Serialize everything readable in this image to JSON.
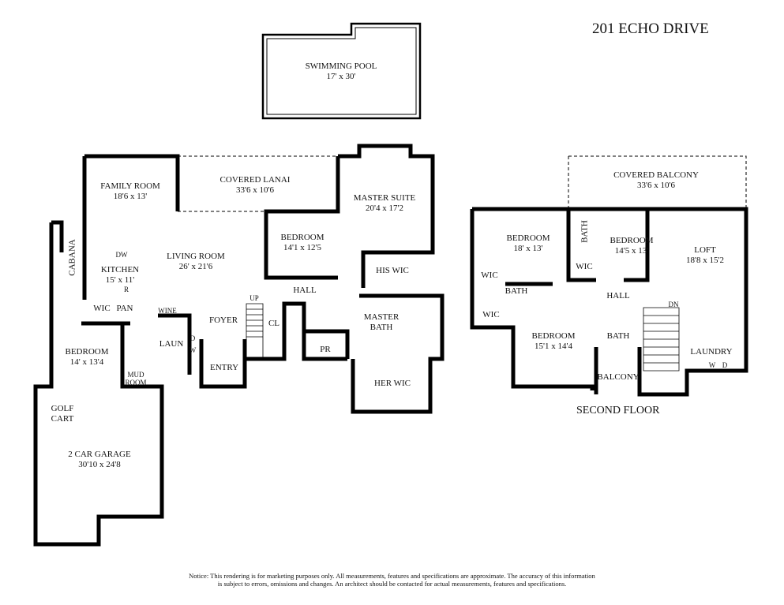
{
  "title": "201 ECHO DRIVE",
  "floor_label": "SECOND FLOOR",
  "notice": [
    "Notice: This rendering is for marketing purposes only. All measurements, features and specifications are approximate. The accuracy of this information",
    "is subject to errors, omissions and changes. An architect should be contacted for actual measurements, features and specifications."
  ],
  "first_floor": {
    "pool": {
      "name": "SWIMMING POOL",
      "dims": "17' x 30'"
    },
    "family_room": {
      "name": "FAMILY ROOM",
      "dims": "18'6 x 13'"
    },
    "covered_lanai": {
      "name": "COVERED LANAI",
      "dims": "33'6 x 10'6"
    },
    "master_suite": {
      "name": "MASTER SUITE",
      "dims": "20'4 x 17'2"
    },
    "bedroom_center": {
      "name": "BEDROOM",
      "dims": "14'1 x 12'5"
    },
    "living_room": {
      "name": "LIVING ROOM",
      "dims": "26' x 21'6"
    },
    "kitchen": {
      "name": "KITCHEN",
      "dims": "15' x 11'"
    },
    "dw": "DW",
    "r": "R",
    "cabana": "CABANA",
    "wic": "WIC",
    "pan": "PAN",
    "wine": "WINE",
    "foyer": "FOYER",
    "up": "UP",
    "cl": "CL",
    "hall": "HALL",
    "his_wic": "HIS WIC",
    "master_bath": {
      "line1": "MASTER",
      "line2": "BATH"
    },
    "pr": "PR",
    "laun": "LAUN",
    "d": "D",
    "w": "W",
    "entry": "ENTRY",
    "bedroom_left": {
      "name": "BEDROOM",
      "dims": "14' x 13'4"
    },
    "mud_room": {
      "line1": "MUD",
      "line2": "ROOM"
    },
    "her_wic": "HER WIC",
    "golf_cart": {
      "line1": "GOLF",
      "line2": "CART"
    },
    "garage": {
      "name": "2 CAR GARAGE",
      "dims": "30'10 x 24'8"
    }
  },
  "second_floor": {
    "covered_balcony": {
      "name": "COVERED BALCONY",
      "dims": "33'6 x 10'6"
    },
    "bedroom_left": {
      "name": "BEDROOM",
      "dims": "18' x 13'"
    },
    "bath_vert": "BATH",
    "bedroom_mid": {
      "name": "BEDROOM",
      "dims": "14'5 x 13'"
    },
    "loft": {
      "name": "LOFT",
      "dims": "18'8 x 15'2"
    },
    "wic1": "WIC",
    "wic2": "WIC",
    "wic3": "WIC",
    "bath1": "BATH",
    "hall": "HALL",
    "dn": "DN",
    "bedroom_bottom": {
      "name": "BEDROOM",
      "dims": "15'1 x 14'4"
    },
    "bath2": "BATH",
    "balcony": "BALCONY",
    "laundry": "LAUNDRY",
    "w": "W",
    "d": "D"
  }
}
